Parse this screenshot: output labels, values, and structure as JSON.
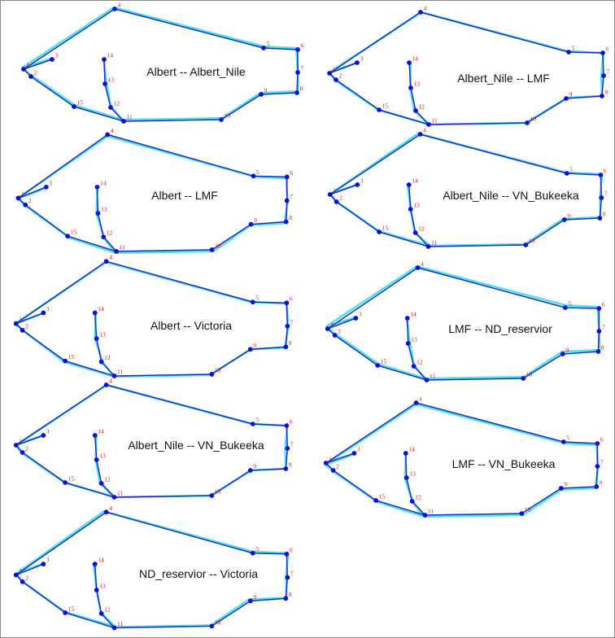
{
  "colors": {
    "outline_main": "#1530c9",
    "outline_shadow": "#4fe3ea",
    "landmark_point": "#0d0ddb",
    "landmark_label": "#e3121b",
    "frame": "#8a8a8a"
  },
  "landmark_ids": [
    "1",
    "2",
    "3",
    "4",
    "5",
    "6",
    "7",
    "8",
    "9",
    "10",
    "11",
    "12",
    "13",
    "14",
    "15"
  ],
  "panels": [
    {
      "title": "Albert -- Albert_Nile"
    },
    {
      "title": "Albert_Nile -- LMF"
    },
    {
      "title": "Albert -- LMF"
    },
    {
      "title": "Albert_Nile -- VN_Bukeeka"
    },
    {
      "title": "Albert -- Victoria"
    },
    {
      "title": "LMF -- ND_reservior"
    },
    {
      "title": "Albert_Nile -- VN_Bukeeka"
    },
    {
      "title": "LMF -- VN_Bukeeka"
    },
    {
      "title": "ND_reservior -- Victoria"
    }
  ]
}
